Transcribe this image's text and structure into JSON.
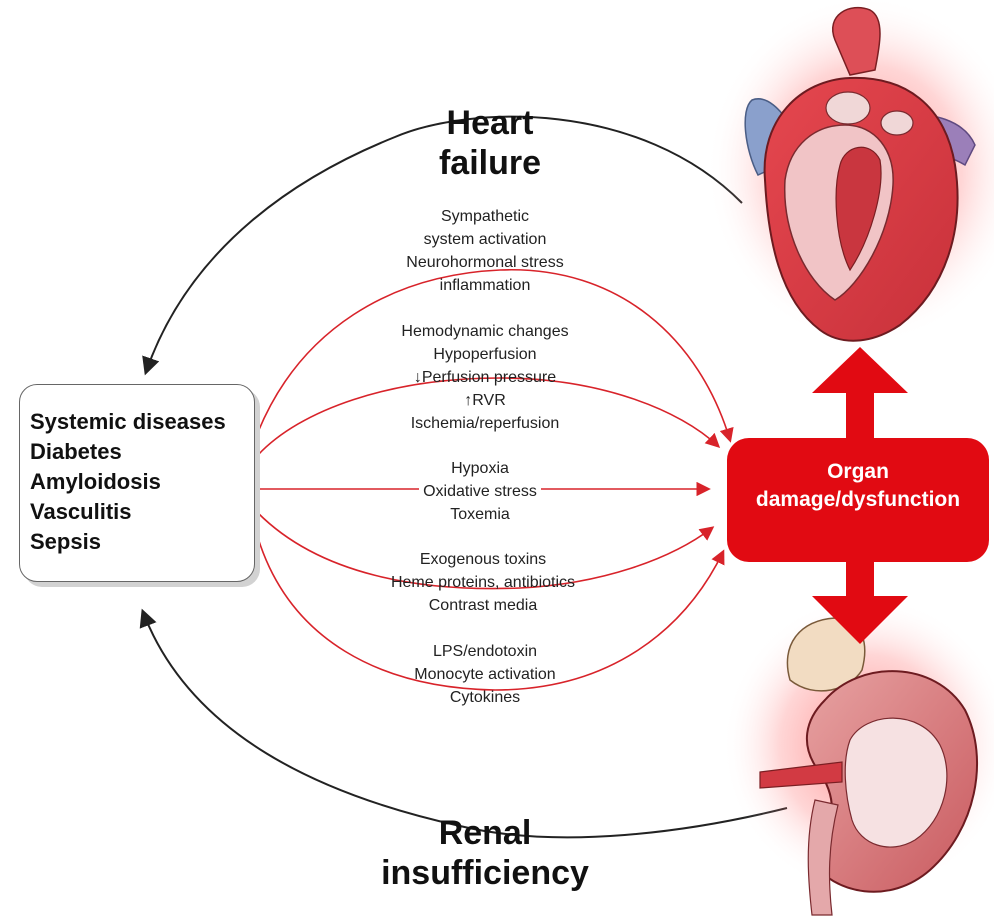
{
  "heart_failure": {
    "line1": "Heart",
    "line2": "failure"
  },
  "renal_insufficiency": {
    "line1": "Renal",
    "line2": "insufficiency"
  },
  "systemic_diseases": [
    "Systemic diseases",
    "Diabetes",
    "Amyloidosis",
    "Vasculitis",
    "Sepsis"
  ],
  "organ_damage": {
    "line1": "Organ",
    "line2": "damage/dysfunction"
  },
  "mechanisms": [
    [
      "Sympathetic",
      "system activation",
      "Neurohormonal stress",
      "inflammation"
    ],
    [
      "Hemodynamic changes",
      "Hypoperfusion",
      "↓Perfusion pressure",
      "↑RVR",
      "Ischemia/reperfusion"
    ],
    [
      "Hypoxia",
      "Oxidative stress",
      "Toxemia"
    ],
    [
      "Exogenous toxins",
      "Heme proteins, antibiotics",
      "Contrast media"
    ],
    [
      "LPS/endotoxin",
      "Monocyte activation",
      "Cytokines"
    ]
  ],
  "colors": {
    "accent_red": "#e10a12",
    "pathway_red": "#d8232a",
    "arrow_black": "#222222"
  }
}
